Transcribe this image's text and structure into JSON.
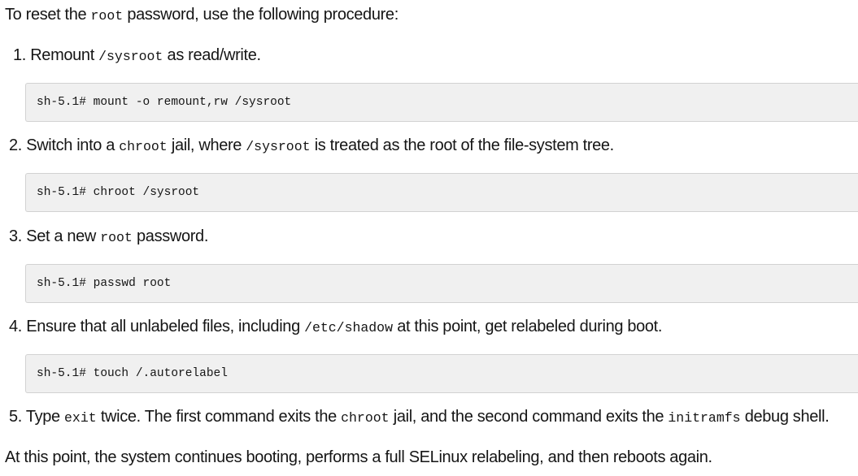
{
  "intro": {
    "before": "To reset the ",
    "code": "root",
    "after": " password, use the following procedure:"
  },
  "steps": [
    {
      "number": "1.",
      "before": "Remount ",
      "code": "/sysroot",
      "after": " as read/write.",
      "command": "sh-5.1# mount -o remount,rw /sysroot"
    },
    {
      "number": "2.",
      "before": "Switch into a ",
      "code": "chroot",
      "middle": " jail, where ",
      "code2": "/sysroot",
      "after": " is treated as the root of the file-system tree.",
      "command": "sh-5.1# chroot /sysroot"
    },
    {
      "number": "3.",
      "before": "Set a new ",
      "code": "root",
      "after": " password.",
      "command": "sh-5.1# passwd root"
    },
    {
      "number": "4.",
      "before": "Ensure that all unlabeled files, including ",
      "code": "/etc/shadow",
      "after": " at this point, get relabeled during boot.",
      "command": "sh-5.1# touch /.autorelabel"
    },
    {
      "number": "5.",
      "before": "Type ",
      "code": "exit",
      "middle": " twice. The first command exits the ",
      "code2": "chroot",
      "middle2": " jail, and the second command exits the ",
      "code3": "initramfs",
      "after": " debug shell."
    }
  ],
  "outro": "At this point, the system continues booting, performs a full SELinux relabeling, and then reboots again."
}
